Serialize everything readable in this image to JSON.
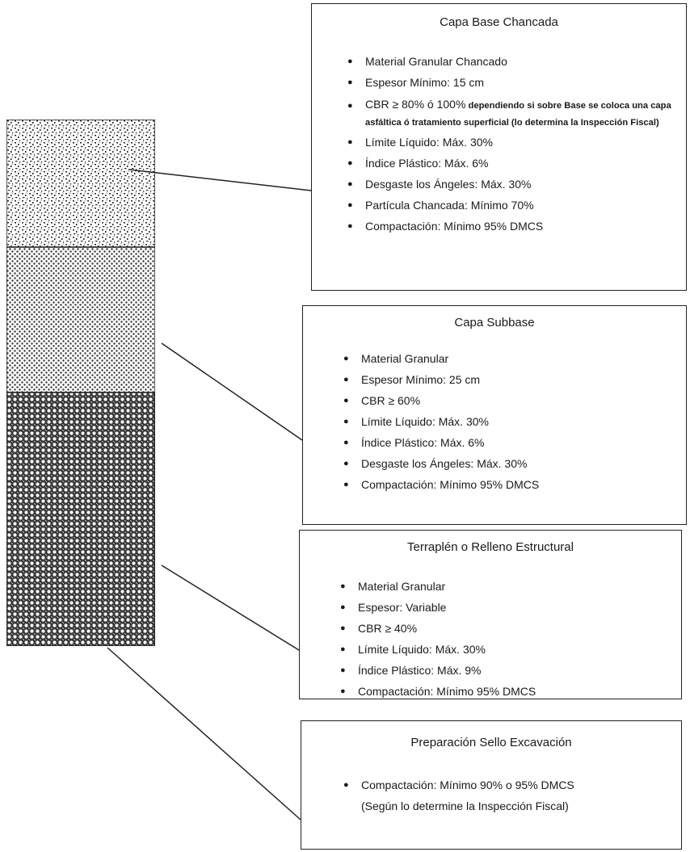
{
  "boxes": {
    "base": {
      "title": "Capa Base Chancada",
      "items": [
        "Material Granular Chancado",
        "Espesor Mínimo: 15 cm",
        "Límite Líquido: Máx. 30%",
        "Índice Plástico: Máx. 6%",
        "Desgaste los Ángeles: Máx. 30%",
        "Partícula Chancada: Mínimo 70%",
        "Compactación: Mínimo 95% DMCS"
      ],
      "cbr_lead": "CBR ≥ 80% ó 100%",
      "cbr_detail": "dependiendo si sobre Base se coloca una capa asfáltica ó  tratamiento superficial (lo determina la Inspección Fiscal)"
    },
    "subbase": {
      "title": "Capa Subbase",
      "items": [
        "Material Granular",
        "Espesor Mínimo: 25 cm",
        "CBR ≥ 60%",
        "Límite Líquido: Máx. 30%",
        "Índice Plástico: Máx. 6%",
        "Desgaste los Ángeles: Máx. 30%",
        "Compactación: Mínimo 95% DMCS"
      ]
    },
    "terraplen": {
      "title": "Terraplén o Relleno Estructural",
      "items": [
        "Material Granular",
        "Espesor: Variable",
        "CBR ≥ 40%",
        "Límite Líquido: Máx. 30%",
        "Índice Plástico: Máx. 9%",
        "Compactación: Mínimo 95% DMCS"
      ]
    },
    "sello": {
      "title": "Preparación Sello Excavación",
      "item_line1": "Compactación: Mínimo 90% o 95% DMCS",
      "item_line2": "(Según lo determine la Inspección Fiscal)"
    }
  },
  "colors": {
    "line": "#222222",
    "base_fill": "#6b6b6b",
    "subbase_fill": "#9a9a9a",
    "terraplen_fill": "#4a4a4a"
  }
}
